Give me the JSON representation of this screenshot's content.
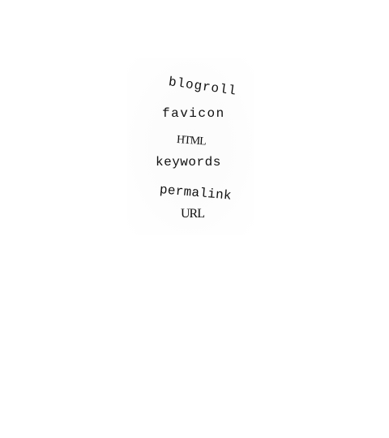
{
  "words": [
    "blogroll",
    "favicon",
    "HTML",
    "keywords",
    "permalink",
    "URL"
  ]
}
